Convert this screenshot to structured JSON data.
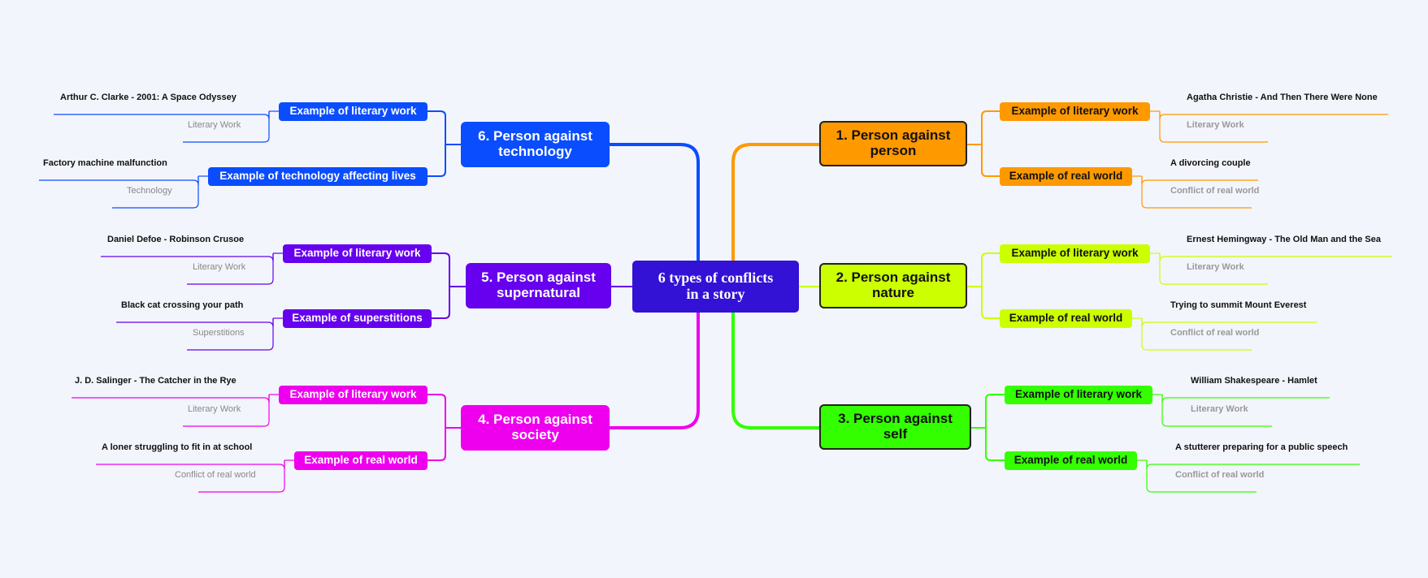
{
  "center": {
    "label": "6 types of conflicts\nin a story",
    "color": "#3312d6"
  },
  "topics": [
    {
      "id": "t1",
      "label": "1. Person against\nperson",
      "color": "#ff9900",
      "side": "right",
      "children": [
        {
          "label": "Example of literary work",
          "detail": "Agatha Christie - And Then There Were None",
          "category": "Literary Work"
        },
        {
          "label": "Example of real world",
          "detail": "A divorcing couple",
          "category": "Conflict of real world"
        }
      ]
    },
    {
      "id": "t2",
      "label": "2. Person against\nnature",
      "color": "#ccff00",
      "side": "right",
      "children": [
        {
          "label": "Example of literary work",
          "detail": "Ernest Hemingway - The Old Man and the Sea",
          "category": "Literary Work"
        },
        {
          "label": "Example of real world",
          "detail": "Trying to summit Mount Everest",
          "category": "Conflict of real world"
        }
      ]
    },
    {
      "id": "t3",
      "label": "3. Person against\nself",
      "color": "#33ff00",
      "side": "right",
      "children": [
        {
          "label": "Example of literary work",
          "detail": "William Shakespeare - Hamlet",
          "category": "Literary Work"
        },
        {
          "label": "Example of real world",
          "detail": "A stutterer preparing for a public speech",
          "category": "Conflict of real world"
        }
      ]
    },
    {
      "id": "t4",
      "label": "4. Person against\nsociety",
      "color": "#ee00ee",
      "side": "left",
      "children": [
        {
          "label": "Example of literary work",
          "detail": "J. D. Salinger - The Catcher in the Rye",
          "category": "Literary Work"
        },
        {
          "label": "Example of real world",
          "detail": "A loner struggling to fit in at school",
          "category": "Conflict of real world"
        }
      ]
    },
    {
      "id": "t5",
      "label": "5. Person against\nsupernatural",
      "color": "#6600ee",
      "side": "left",
      "children": [
        {
          "label": "Example of literary work",
          "detail": "Daniel Defoe - Robinson Crusoe",
          "category": "Literary Work"
        },
        {
          "label": "Example of superstitions",
          "detail": "Black cat crossing your path",
          "category": "Superstitions"
        }
      ]
    },
    {
      "id": "t6",
      "label": "6. Person against\ntechnology",
      "color": "#0a4dff",
      "side": "left",
      "children": [
        {
          "label": "Example of literary work",
          "detail": "Arthur C. Clarke - 2001: A Space Odyssey",
          "category": "Literary Work"
        },
        {
          "label": "Example of technology affecting lives",
          "detail": "Factory machine malfunction",
          "category": "Technology"
        }
      ]
    }
  ]
}
